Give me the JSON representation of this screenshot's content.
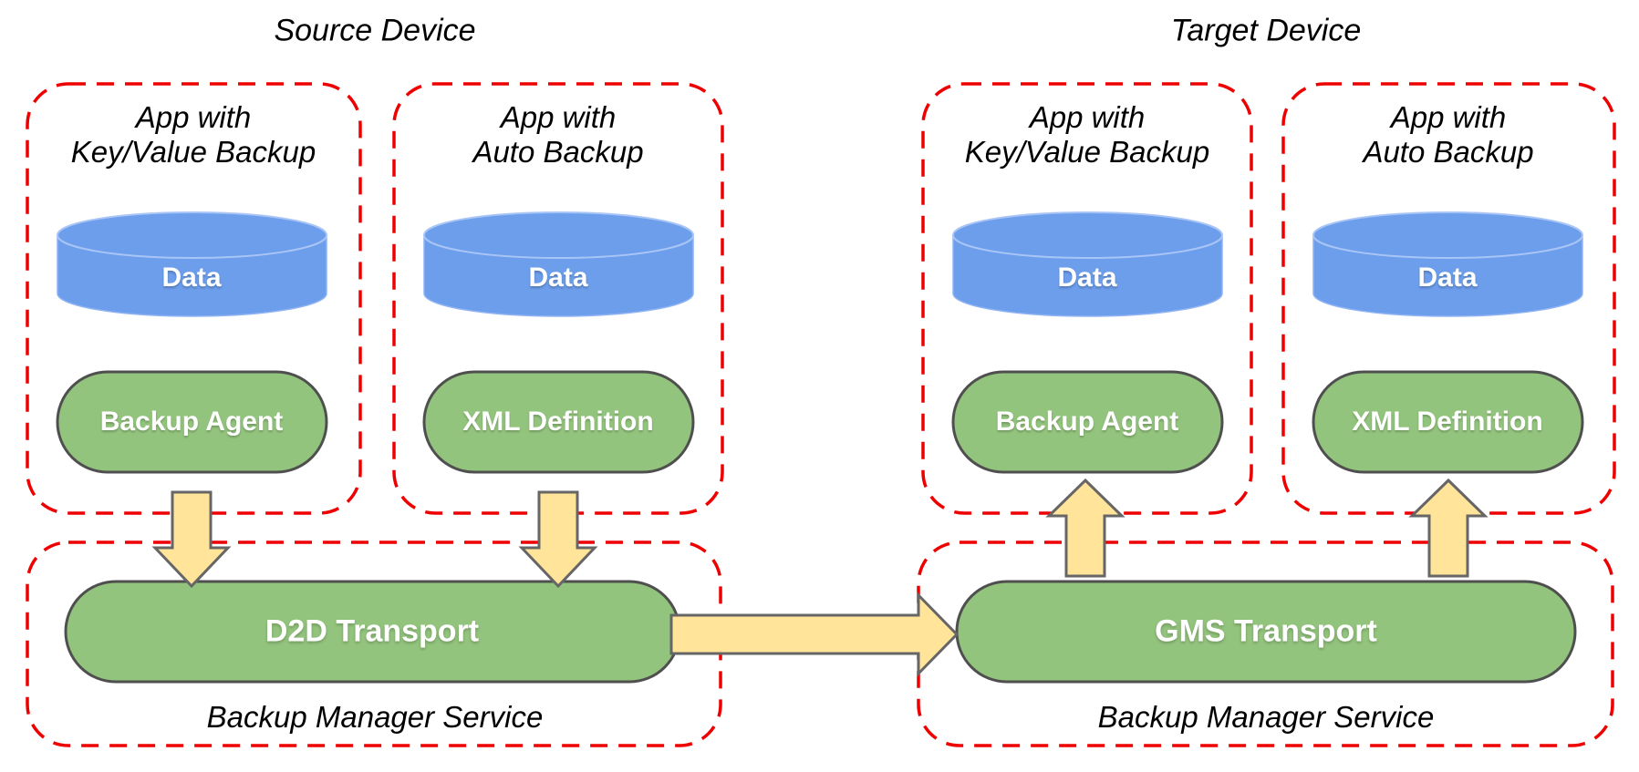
{
  "source": {
    "title": "Source Device",
    "apps": [
      {
        "line1": "App with",
        "line2": "Key/Value Backup",
        "data": "Data",
        "component": "Backup Agent"
      },
      {
        "line1": "App with",
        "line2": "Auto Backup",
        "data": "Data",
        "component": "XML Definition"
      }
    ],
    "service": {
      "transport": "D2D Transport",
      "label": "Backup Manager Service"
    }
  },
  "target": {
    "title": "Target Device",
    "apps": [
      {
        "line1": "App with",
        "line2": "Key/Value Backup",
        "data": "Data",
        "component": "Backup Agent"
      },
      {
        "line1": "App with",
        "line2": "Auto Backup",
        "data": "Data",
        "component": "XML Definition"
      }
    ],
    "service": {
      "transport": "GMS Transport",
      "label": "Backup Manager Service"
    }
  },
  "colors": {
    "box_border": "#ee0000",
    "data_fill": "#6d9eeb",
    "component_fill": "#93c47d",
    "component_stroke": "#4f4f4f",
    "arrow_fill": "#ffe49a",
    "arrow_stroke": "#666666"
  }
}
